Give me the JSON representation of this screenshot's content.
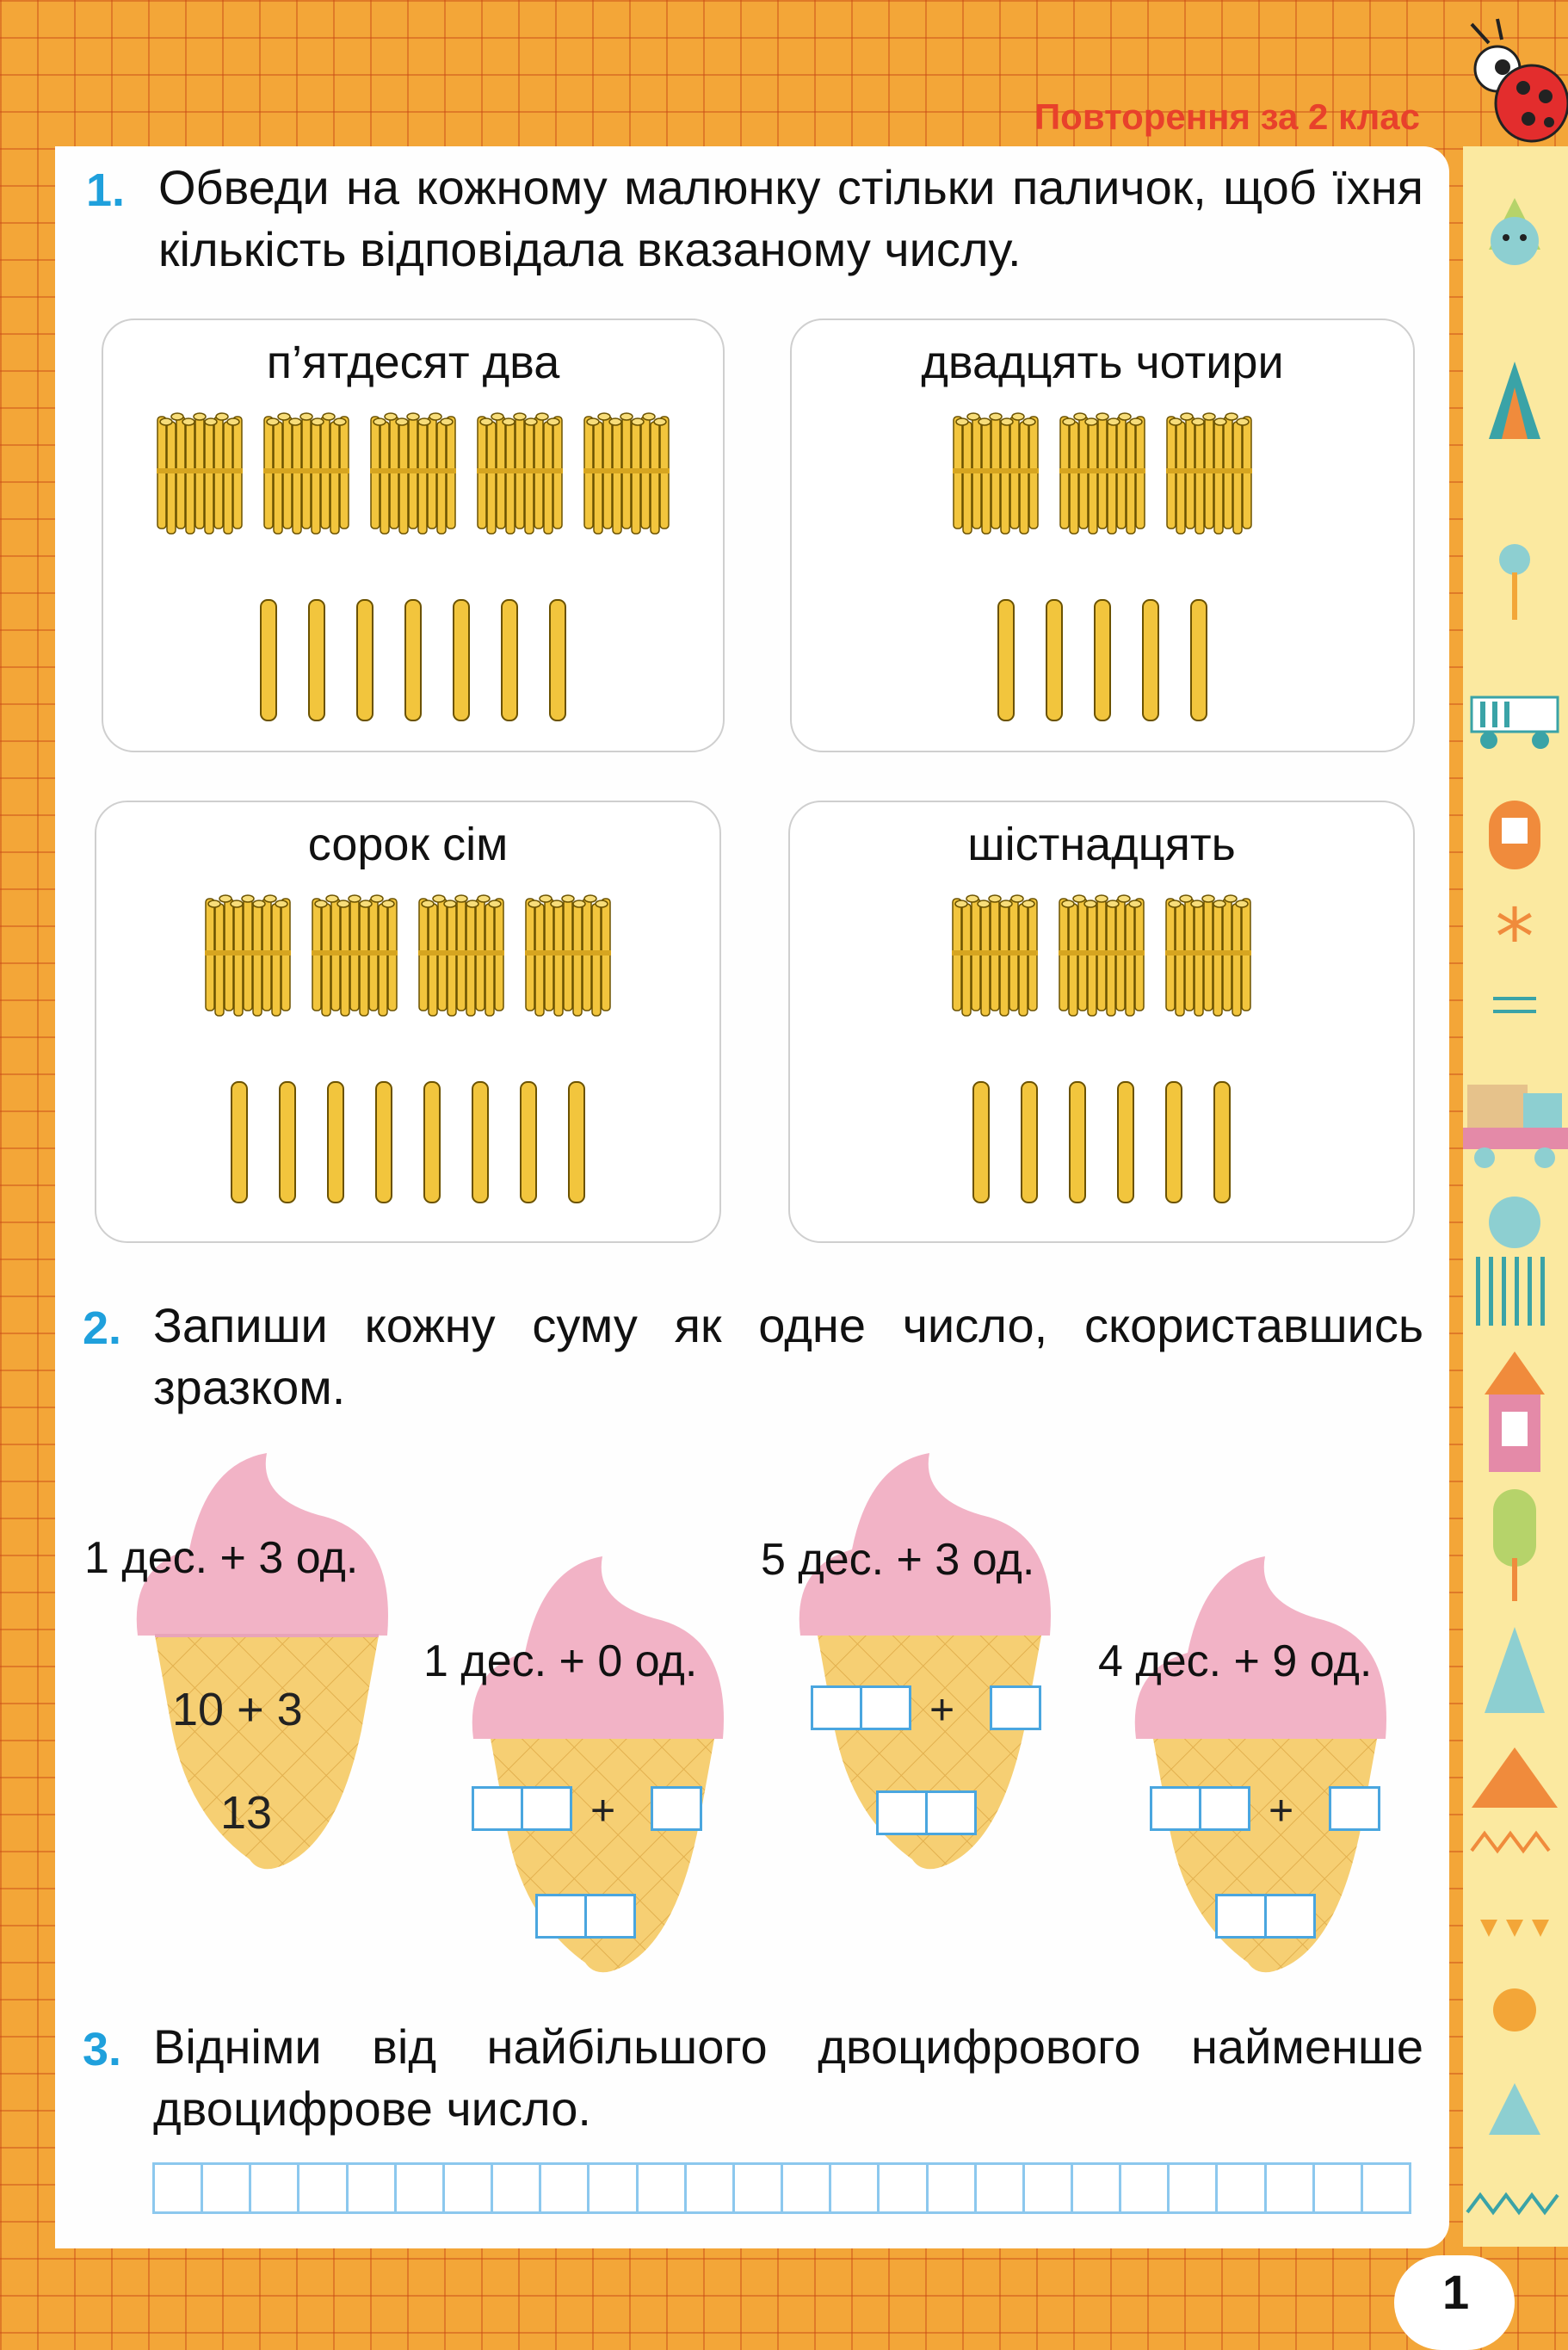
{
  "header": {
    "section_title": "Повторення за 2 клас"
  },
  "task1": {
    "number": "1.",
    "text": "Обведи на кожному малюнку стільки паличок, щоб їхня кількість відповідала вказаному числу.",
    "panels": [
      {
        "label": "п’ятдесят два",
        "bundles": 5,
        "sticks": 7
      },
      {
        "label": "двадцять чотири",
        "bundles": 3,
        "sticks": 5
      },
      {
        "label": "сорок сім",
        "bundles": 4,
        "sticks": 8
      },
      {
        "label": "шістнадцять",
        "bundles": 3,
        "sticks": 6
      }
    ]
  },
  "task2": {
    "number": "2.",
    "text": "Запиши кожну суму як одне число, скориставшись зразком.",
    "example": {
      "label": "1 дес. + 3 од.",
      "expression": "10 + 3",
      "result": "13"
    },
    "cones": [
      {
        "label": "1 дес. + 0 од.",
        "plus": "+"
      },
      {
        "label": "5 дес. + 3 од.",
        "plus": "+"
      },
      {
        "label": "4 дес. + 9 од.",
        "plus": "+"
      }
    ]
  },
  "task3": {
    "number": "3.",
    "text": "Відніми від найбільшого двоцифрового найменше двоцифрове число."
  },
  "page_number": "1",
  "colors": {
    "task_number": "#1fa0dc",
    "header_title": "#e8412b",
    "stick": "#f2c53d",
    "ice_cream": "#f2b3c6",
    "cone": "#f6cf73"
  }
}
